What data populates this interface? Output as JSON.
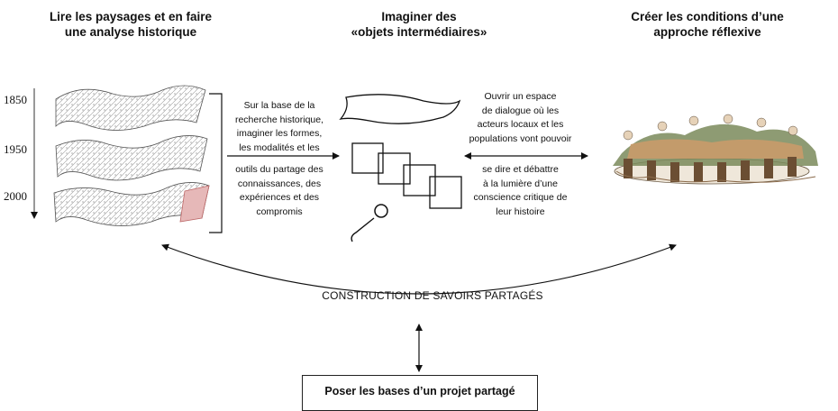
{
  "columns": {
    "left": {
      "title_lines": [
        "Lire les paysages et en faire",
        "une analyse historique"
      ]
    },
    "center": {
      "title_lines": [
        "Imaginer des",
        "«objets intermédiaires»"
      ]
    },
    "right": {
      "title_lines": [
        "Créer les conditions d’une",
        "approche réflexive"
      ]
    }
  },
  "timeline": {
    "years": [
      "1850",
      "1950",
      "2000"
    ]
  },
  "left_text": {
    "part1": [
      "Sur la base de la",
      "recherche historique,",
      "imaginer les formes,",
      "les modalités et les"
    ],
    "part2": [
      "outils du partage des",
      "connaissances, des",
      "expériences et des",
      "compromis"
    ]
  },
  "right_text": {
    "part1": [
      "Ouvrir un espace",
      "de dialogue où les",
      "acteurs locaux et les",
      "populations vont pouvoir"
    ],
    "part2": [
      "se dire et débattre",
      "à la lumière d’une",
      "conscience critique de",
      "leur histoire"
    ]
  },
  "arc_label": "CONSTRUCTION DE SAVOIRS PARTAGÉS",
  "bottom_box": "Poser les bases d’un projet partagé",
  "icons": [
    "historic-map-layers-icon",
    "freeform-shape-icon",
    "overlapping-squares-icon",
    "microphone-icon",
    "people-around-table-illustration"
  ]
}
